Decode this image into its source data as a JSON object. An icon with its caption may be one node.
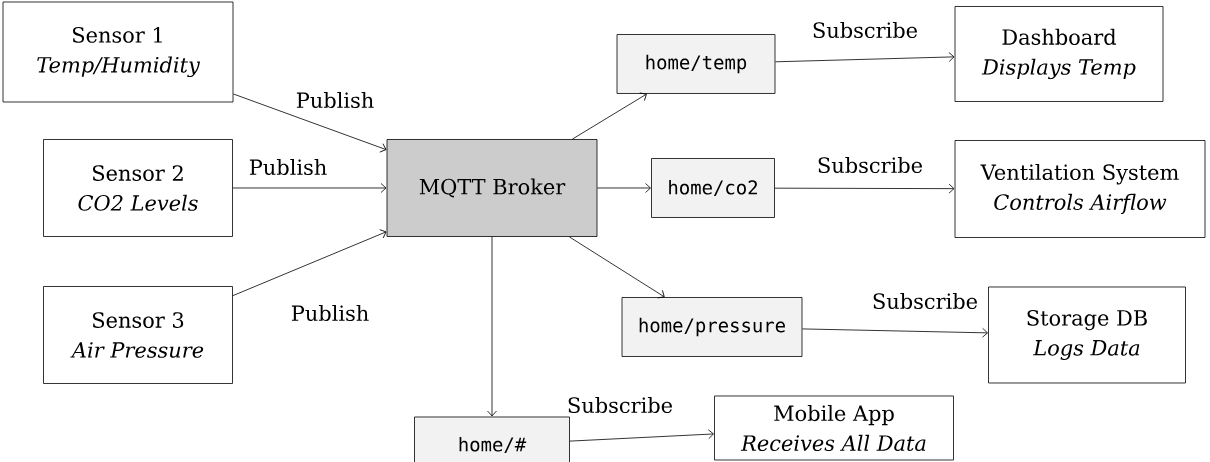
{
  "diagram": {
    "nodes": [
      {
        "text": [
          "Sensor 1",
          "Temp/Humidity"
        ]
      },
      {
        "text": [
          "Sensor 2",
          "CO2 Levels"
        ]
      },
      {
        "text": [
          "Sensor 3",
          "Air Pressure"
        ]
      },
      {
        "text": [
          "MQTT Broker"
        ]
      },
      {
        "text": [
          "home/temp"
        ]
      },
      {
        "text": [
          "home/co2"
        ]
      },
      {
        "text": [
          "home/pressure"
        ]
      },
      {
        "text": [
          "home/#"
        ]
      },
      {
        "text": [
          "Dashboard",
          "Displays Temp"
        ]
      },
      {
        "text": [
          "Ventilation System",
          "Controls Airflow"
        ]
      },
      {
        "text": [
          "Storage DB",
          "Logs Data"
        ]
      },
      {
        "text": [
          "Mobile App",
          "Receives All Data"
        ]
      }
    ],
    "edges": [
      {
        "from": 0,
        "to": 3,
        "arrow": "to",
        "label": "Publish"
      },
      {
        "from": 1,
        "to": 3,
        "arrow": "to",
        "label": "Publish"
      },
      {
        "from": 2,
        "to": 3,
        "arrow": "to",
        "label": "Publish"
      },
      {
        "from": 3,
        "to": 4,
        "arrow": "to"
      },
      {
        "from": 3,
        "to": 5,
        "arrow": "to"
      },
      {
        "from": 3,
        "to": 6,
        "arrow": "to"
      },
      {
        "from": 3,
        "to": 7,
        "arrow": "to"
      },
      {
        "from": 4,
        "to": 8,
        "arrow": "to",
        "label": "Subscribe"
      },
      {
        "from": 5,
        "to": 9,
        "arrow": "to",
        "label": "Subscribe"
      },
      {
        "from": 6,
        "to": 10,
        "arrow": "to",
        "label": "Subscribe"
      },
      {
        "from": 7,
        "to": 11,
        "arrow": "to",
        "label": "Subscribe"
      }
    ]
  }
}
